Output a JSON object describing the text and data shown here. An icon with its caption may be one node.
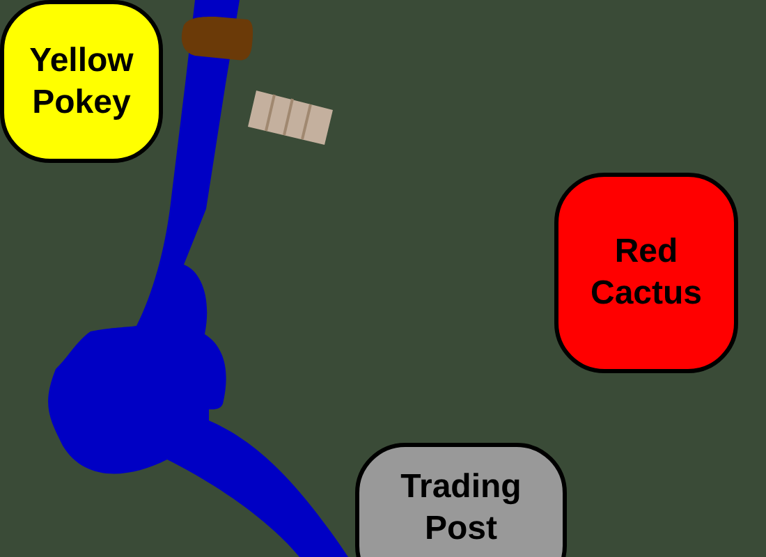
{
  "diagram": {
    "nodes": [
      {
        "text": [
          "Yellow Pokey"
        ]
      },
      {
        "text": [
          "Red Cactus"
        ]
      },
      {
        "text": [
          "Trading Post"
        ]
      }
    ]
  }
}
